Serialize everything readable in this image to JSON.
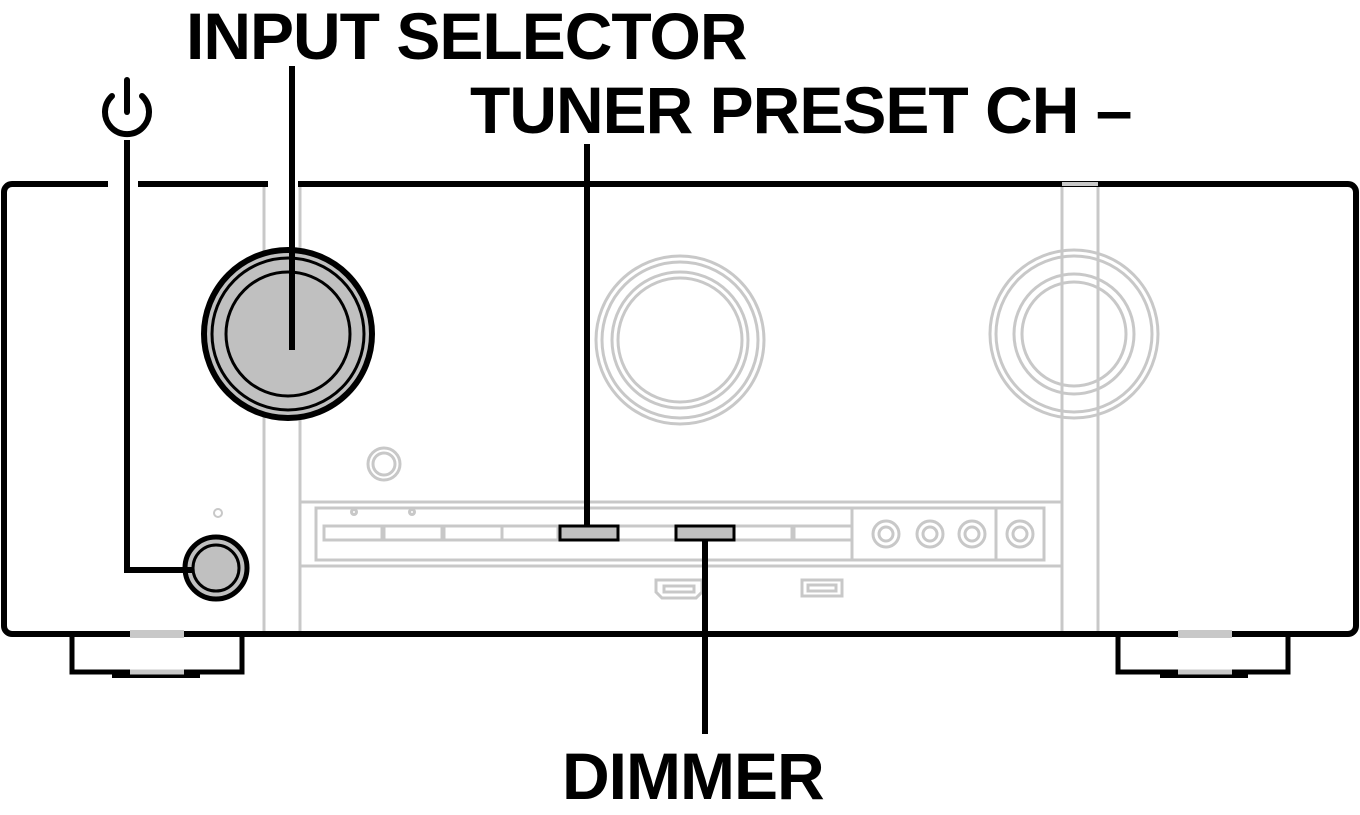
{
  "labels": {
    "power_symbol": "⏻",
    "input_selector": "INPUT SELECTOR",
    "tuner_preset": "TUNER PRESET CH –",
    "dimmer": "DIMMER"
  },
  "icons": {
    "power": "power-icon",
    "hdmi": "hdmi-port-icon",
    "usb": "usb-port-icon"
  },
  "colors": {
    "highlight": "#000000",
    "faded": "#c8c8c8",
    "knob_fill": "#c0c0c0"
  }
}
